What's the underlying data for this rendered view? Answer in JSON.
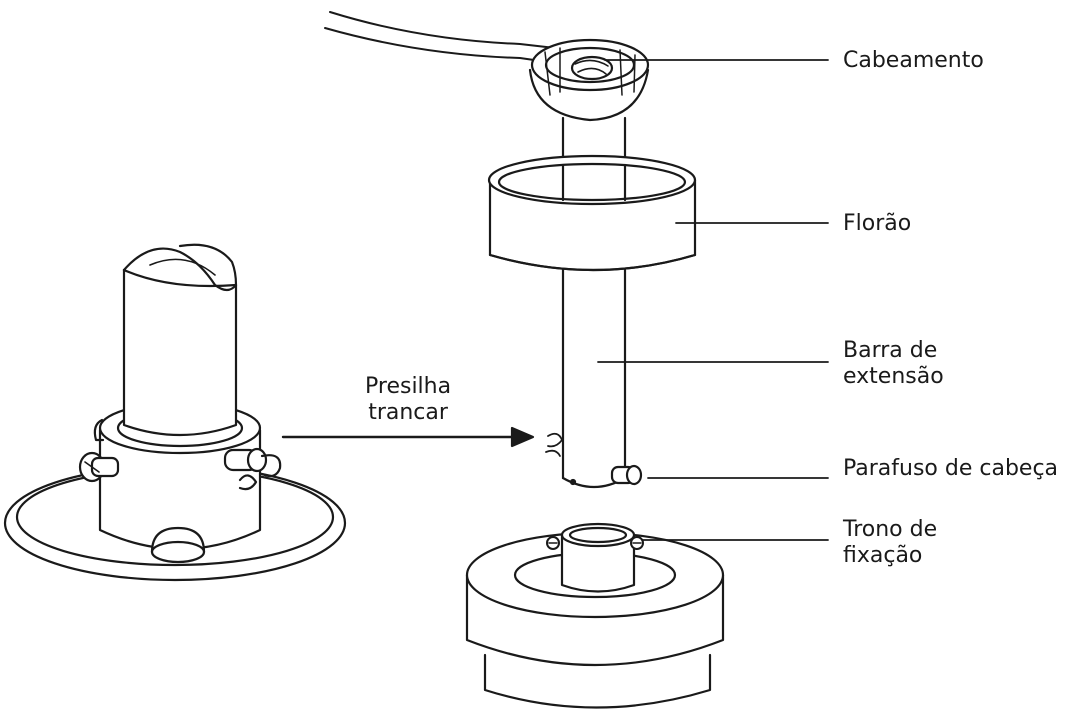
{
  "labels": {
    "cabeamento": "Cabeamento",
    "florao": "Florão",
    "barra_line1": "Barra de",
    "barra_line2": "extensão",
    "parafuso": "Parafuso de cabeça",
    "trono_line1": "Trono de",
    "trono_line2": "fixação",
    "presilha_line1": "Presilha",
    "presilha_line2": "trancar"
  },
  "colors": {
    "stroke": "#1a1a1a",
    "background": "#ffffff"
  }
}
